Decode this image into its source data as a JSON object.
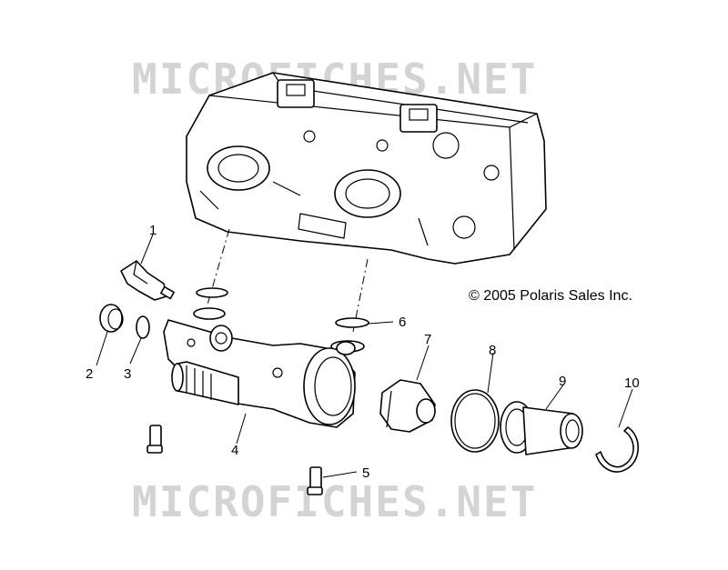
{
  "watermark": {
    "top": "MICROFICHES.NET",
    "bottom": "MICROFICHES.NET"
  },
  "copyright": "© 2005 Polaris Sales Inc.",
  "callouts": [
    {
      "id": "1",
      "label": "1"
    },
    {
      "id": "2",
      "label": "2"
    },
    {
      "id": "3",
      "label": "3"
    },
    {
      "id": "4",
      "label": "4"
    },
    {
      "id": "5",
      "label": "5"
    },
    {
      "id": "6",
      "label": "6"
    },
    {
      "id": "7",
      "label": "7"
    },
    {
      "id": "8",
      "label": "8"
    },
    {
      "id": "9",
      "label": "9"
    },
    {
      "id": "10",
      "label": "10"
    }
  ]
}
